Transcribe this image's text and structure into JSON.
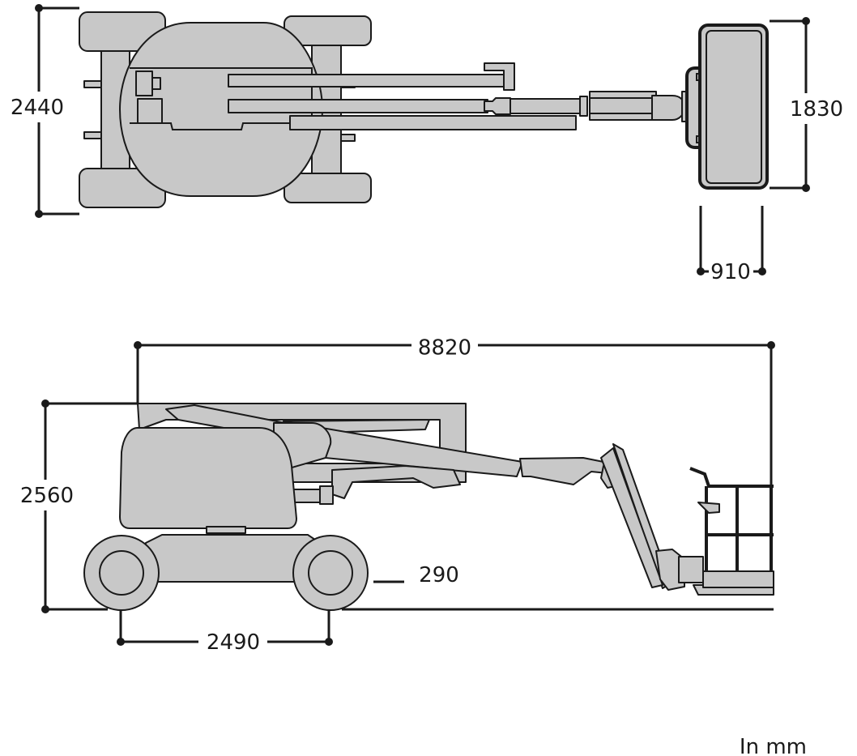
{
  "colors": {
    "ink": "#1a1a1a",
    "body_fill": "#c8c8c8",
    "background": "#ffffff"
  },
  "dimensions": {
    "top_width": "2440",
    "platform_width": "1830",
    "platform_depth": "910",
    "overall_length": "8820",
    "overall_height": "2560",
    "ground_clearance": "290",
    "wheelbase": "2490"
  },
  "unit_note": "In mm"
}
